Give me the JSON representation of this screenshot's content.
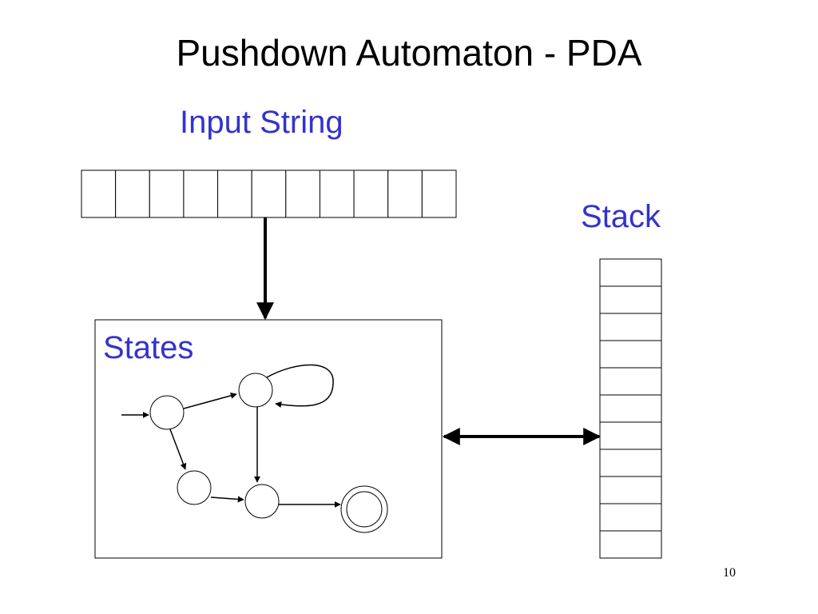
{
  "slide": {
    "title": "Pushdown Automaton - PDA",
    "page_number": "10"
  },
  "labels": {
    "input_string": "Input String",
    "stack": "Stack",
    "states": "States"
  },
  "colors": {
    "label_blue": "#3333cc",
    "lines": "#000000",
    "background": "#ffffff"
  },
  "input_tape": {
    "cell_count": 11
  },
  "stack": {
    "cell_count": 11
  },
  "state_machine": {
    "state_count": 5,
    "accepting_state_count": 1,
    "has_start_arrow": true,
    "has_self_loop": true
  }
}
